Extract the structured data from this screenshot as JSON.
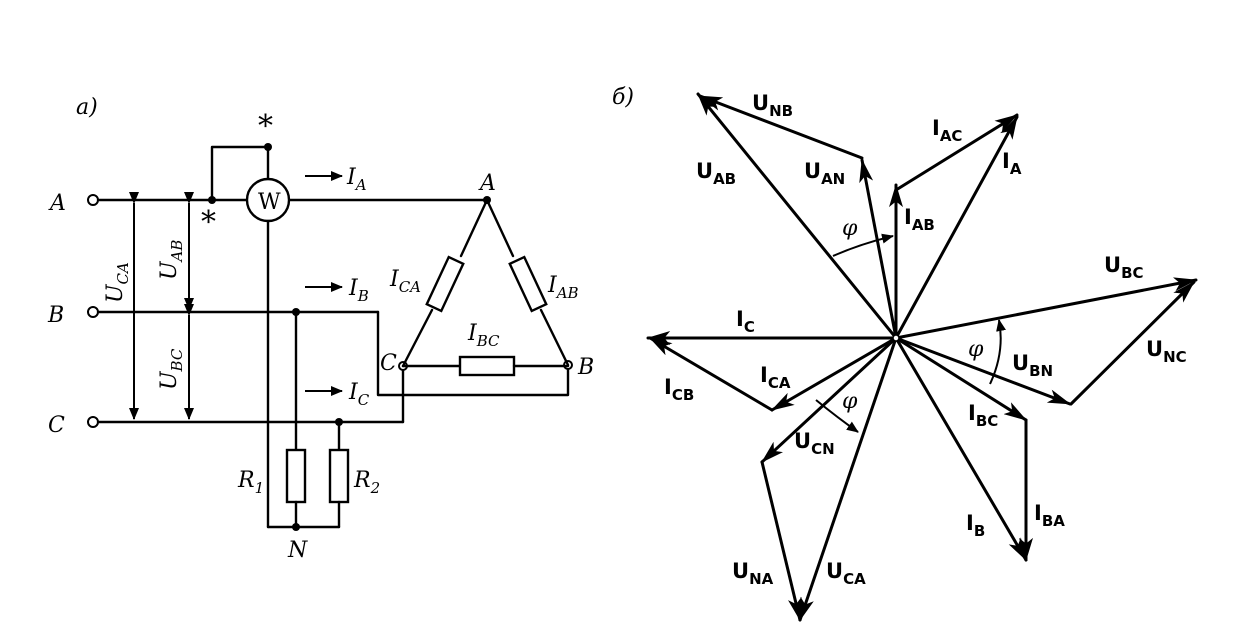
{
  "panel_a": {
    "title": "а)",
    "terminals": {
      "A": "A",
      "B": "B",
      "C": "C"
    },
    "meter": "W",
    "star": "*",
    "currents": {
      "IA": {
        "main": "I",
        "sub": "A"
      },
      "IB": {
        "main": "I",
        "sub": "B"
      },
      "IC": {
        "main": "I",
        "sub": "C"
      },
      "IAB": {
        "main": "I",
        "sub": "AB"
      },
      "IBC": {
        "main": "I",
        "sub": "BC"
      },
      "ICA": {
        "main": "I",
        "sub": "CA"
      }
    },
    "voltages": {
      "UCA": {
        "main": "U",
        "sub": "CA"
      },
      "UAB": {
        "main": "U",
        "sub": "AB"
      },
      "UBC": {
        "main": "U",
        "sub": "BC"
      }
    },
    "nodes": {
      "A": "A",
      "B": "B",
      "C": "C"
    },
    "resistors": {
      "R1": {
        "main": "R",
        "sub": "1"
      },
      "R2": {
        "main": "R",
        "sub": "2"
      }
    },
    "neutral": "N"
  },
  "panel_b": {
    "title": "б)",
    "phi": "φ",
    "labels": {
      "UNB": {
        "main": "U",
        "sub": "NB"
      },
      "UAB": {
        "main": "U",
        "sub": "AB"
      },
      "UAN": {
        "main": "U",
        "sub": "AN"
      },
      "IAC": {
        "main": "I",
        "sub": "AC"
      },
      "IA": {
        "main": "I",
        "sub": "A"
      },
      "IAB": {
        "main": "I",
        "sub": "AB"
      },
      "UBC": {
        "main": "U",
        "sub": "BC"
      },
      "UNC": {
        "main": "U",
        "sub": "NC"
      },
      "UBN": {
        "main": "U",
        "sub": "BN"
      },
      "IC": {
        "main": "I",
        "sub": "C"
      },
      "ICA": {
        "main": "I",
        "sub": "CA"
      },
      "ICB": {
        "main": "I",
        "sub": "CB"
      },
      "UCN": {
        "main": "U",
        "sub": "CN"
      },
      "IBC": {
        "main": "I",
        "sub": "BC"
      },
      "IB": {
        "main": "I",
        "sub": "B"
      },
      "IBA": {
        "main": "I",
        "sub": "BA"
      },
      "UNA": {
        "main": "U",
        "sub": "NA"
      },
      "UCA": {
        "main": "U",
        "sub": "CA"
      }
    }
  }
}
